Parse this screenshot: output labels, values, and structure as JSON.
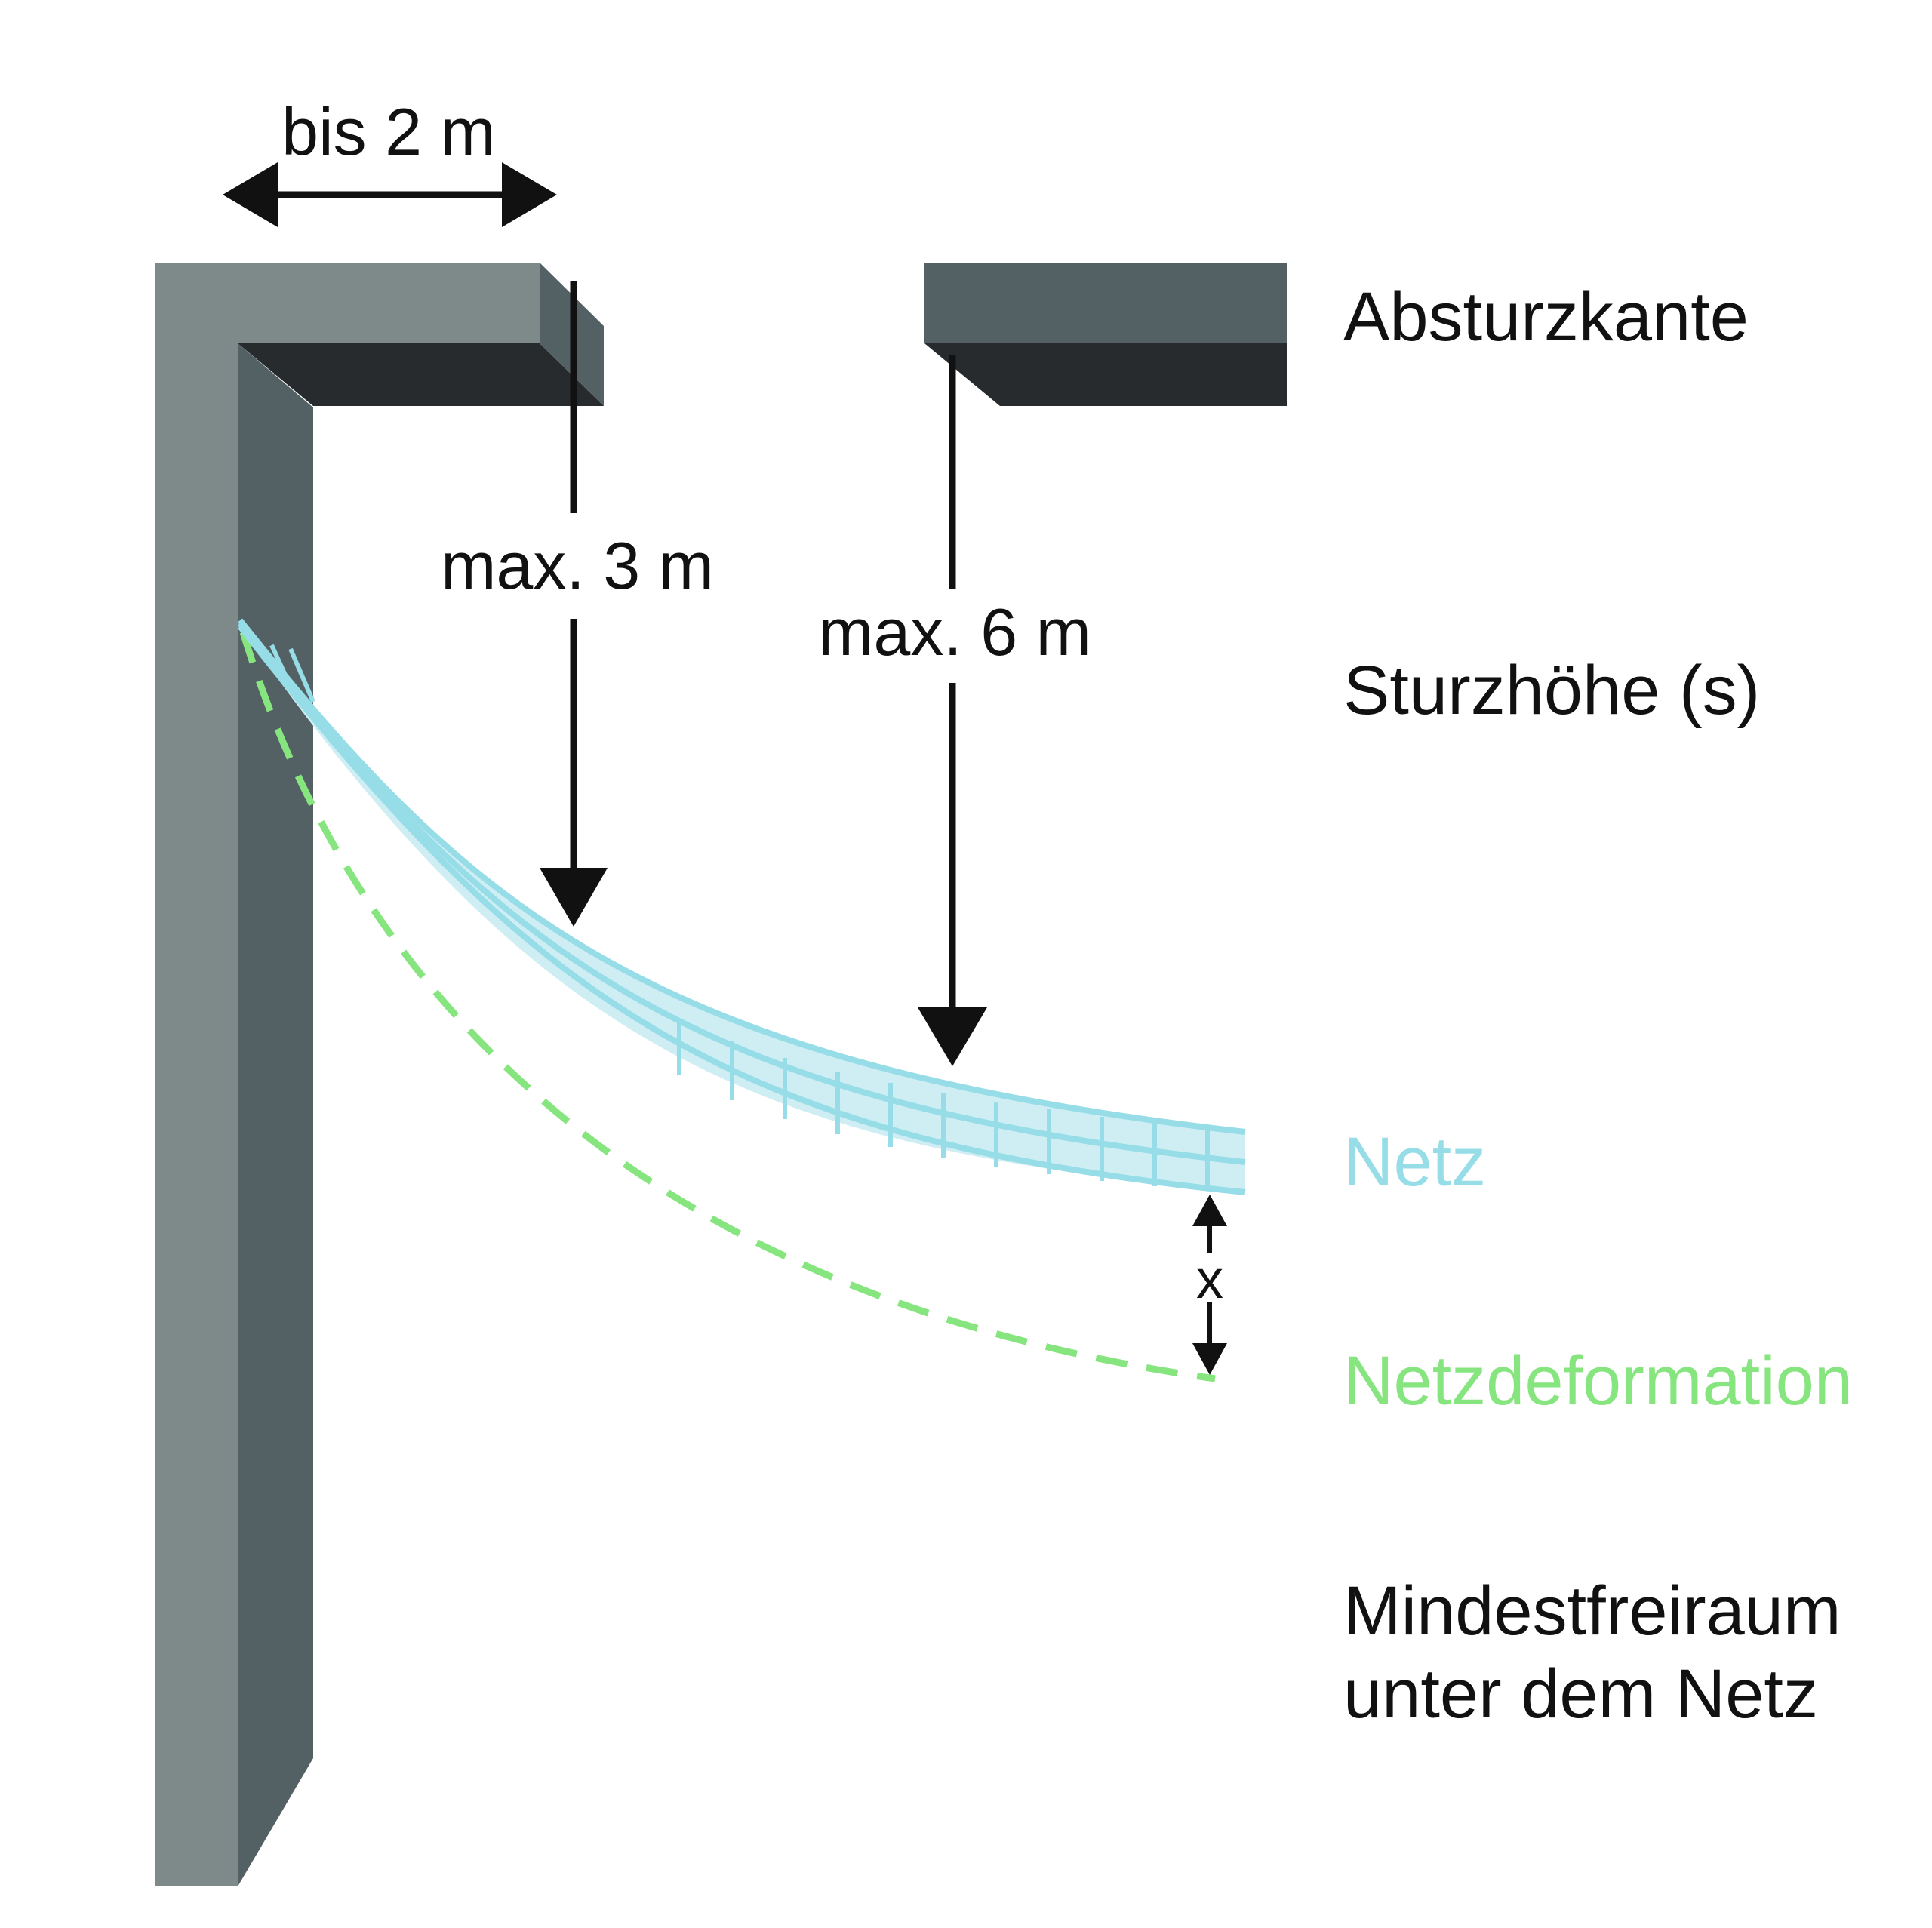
{
  "colors": {
    "structure_light": "#7e8a89",
    "structure_mid": "#546164",
    "structure_dark": "#272b2e",
    "net": "#96dde8",
    "deformation": "#86e57e",
    "text": "#111111"
  },
  "dimensions": {
    "width_label": "bis 2 m",
    "drop_short_label": "max. 3 m",
    "drop_long_label": "max. 6 m",
    "gap_label": "x"
  },
  "legend": {
    "edge": "Absturzkante",
    "fall_height": "Sturzhöhe (s)",
    "net": "Netz",
    "deformation": "Netzdeformation",
    "clearance_line1": "Mindestfreiraum",
    "clearance_line2": "unter dem Netz"
  }
}
